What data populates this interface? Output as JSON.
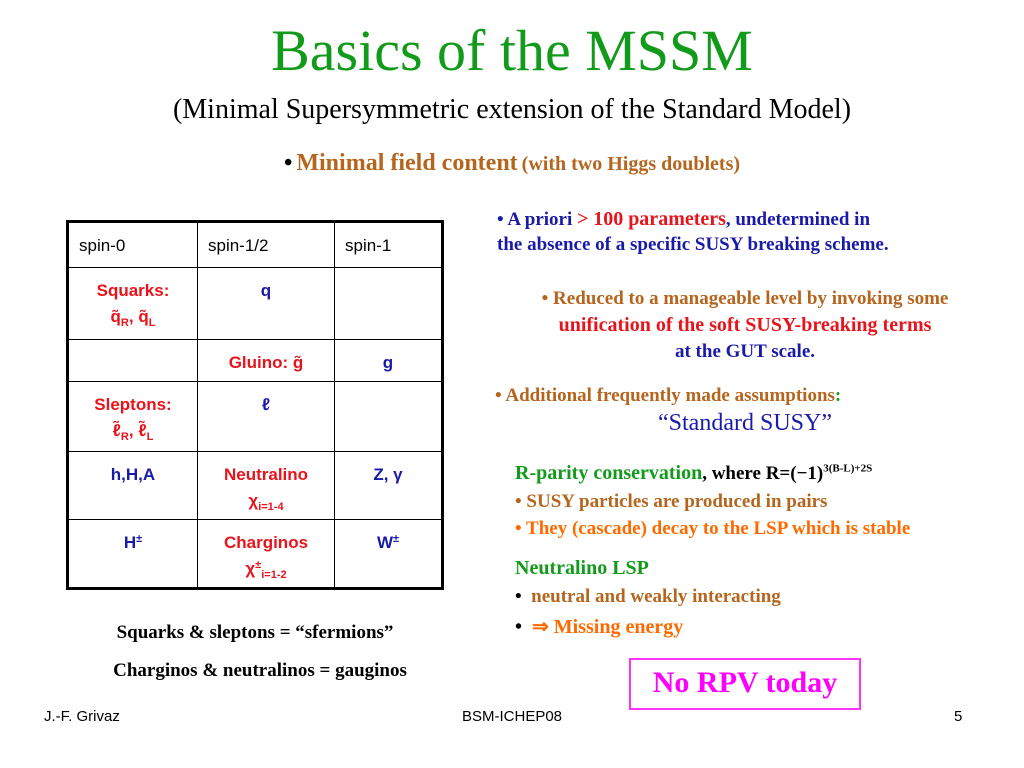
{
  "title": "Basics of the MSSM",
  "subtitle": "(Minimal Supersymmetric extension of the Standard Model)",
  "field_content": {
    "bullet": "•",
    "main": "Minimal field content",
    "paren": "(with two Higgs doublets)"
  },
  "table": {
    "headers": [
      "spin-0",
      "spin-1/2",
      "spin-1"
    ],
    "squarks_label": "Squarks:",
    "squarks_sym_base": "q̃",
    "sub_R": "R",
    "sub_L": "L",
    "comma": ",",
    "quark": "q",
    "gluino_label": "Gluino:",
    "gluino_sym": "g̃",
    "gluon": "g",
    "sleptons_label": "Sleptons:",
    "sleptons_sym_base": "ℓ̃",
    "lepton": "ℓ",
    "higgs": "h,H,A",
    "neutralino_label": "Neutralino",
    "chi": "χ",
    "chi_sub": "i=1-4",
    "zgamma": "Z, γ",
    "hpm": "H",
    "pm": "±",
    "charginos_label": "Charginos",
    "chi_c_sub": "i=1-2",
    "wpm": "W"
  },
  "right": {
    "apriori_1": "• A priori",
    "apriori_gt": ">",
    "apriori_num": "100 parameters",
    "apriori_2": ", undetermined in",
    "apriori_3": "the absence of a specific SUSY breaking scheme.",
    "reduced_1": "• Reduced to a manageable level by invoking some",
    "reduced_2": "unification of the soft SUSY-breaking terms",
    "reduced_3": "at the GUT scale.",
    "additional": "• Additional frequently made assumptions",
    "colon": ":",
    "std_susy": "“Standard SUSY”",
    "rparity_1": "R-parity conservation",
    "rparity_2": ", where R=(−1)",
    "rparity_sup": "3(B-L)+2S",
    "pairs": "• SUSY particles are produced in pairs",
    "cascade": "• They (cascade) decay to the LSP which is stable",
    "nlsp": "Neutralino LSP",
    "bullet": "•",
    "neutral": "neutral and weakly interacting",
    "implies": "⇒",
    "missing": "Missing energy",
    "no_rpv": "No RPV today"
  },
  "notes": {
    "sfermions": "Squarks & sleptons = “sfermions”",
    "gauginos": "Charginos & neutralinos = gauginos"
  },
  "footer": {
    "author": "J.-F. Grivaz",
    "conference": "BSM-ICHEP08",
    "page": "5"
  },
  "colors": {
    "title_green": "#129a1a",
    "red": "#e8131b",
    "blue": "#1a1aa8",
    "brown": "#b5651d",
    "orange": "#ff6a00",
    "magenta": "#ff00ff"
  }
}
